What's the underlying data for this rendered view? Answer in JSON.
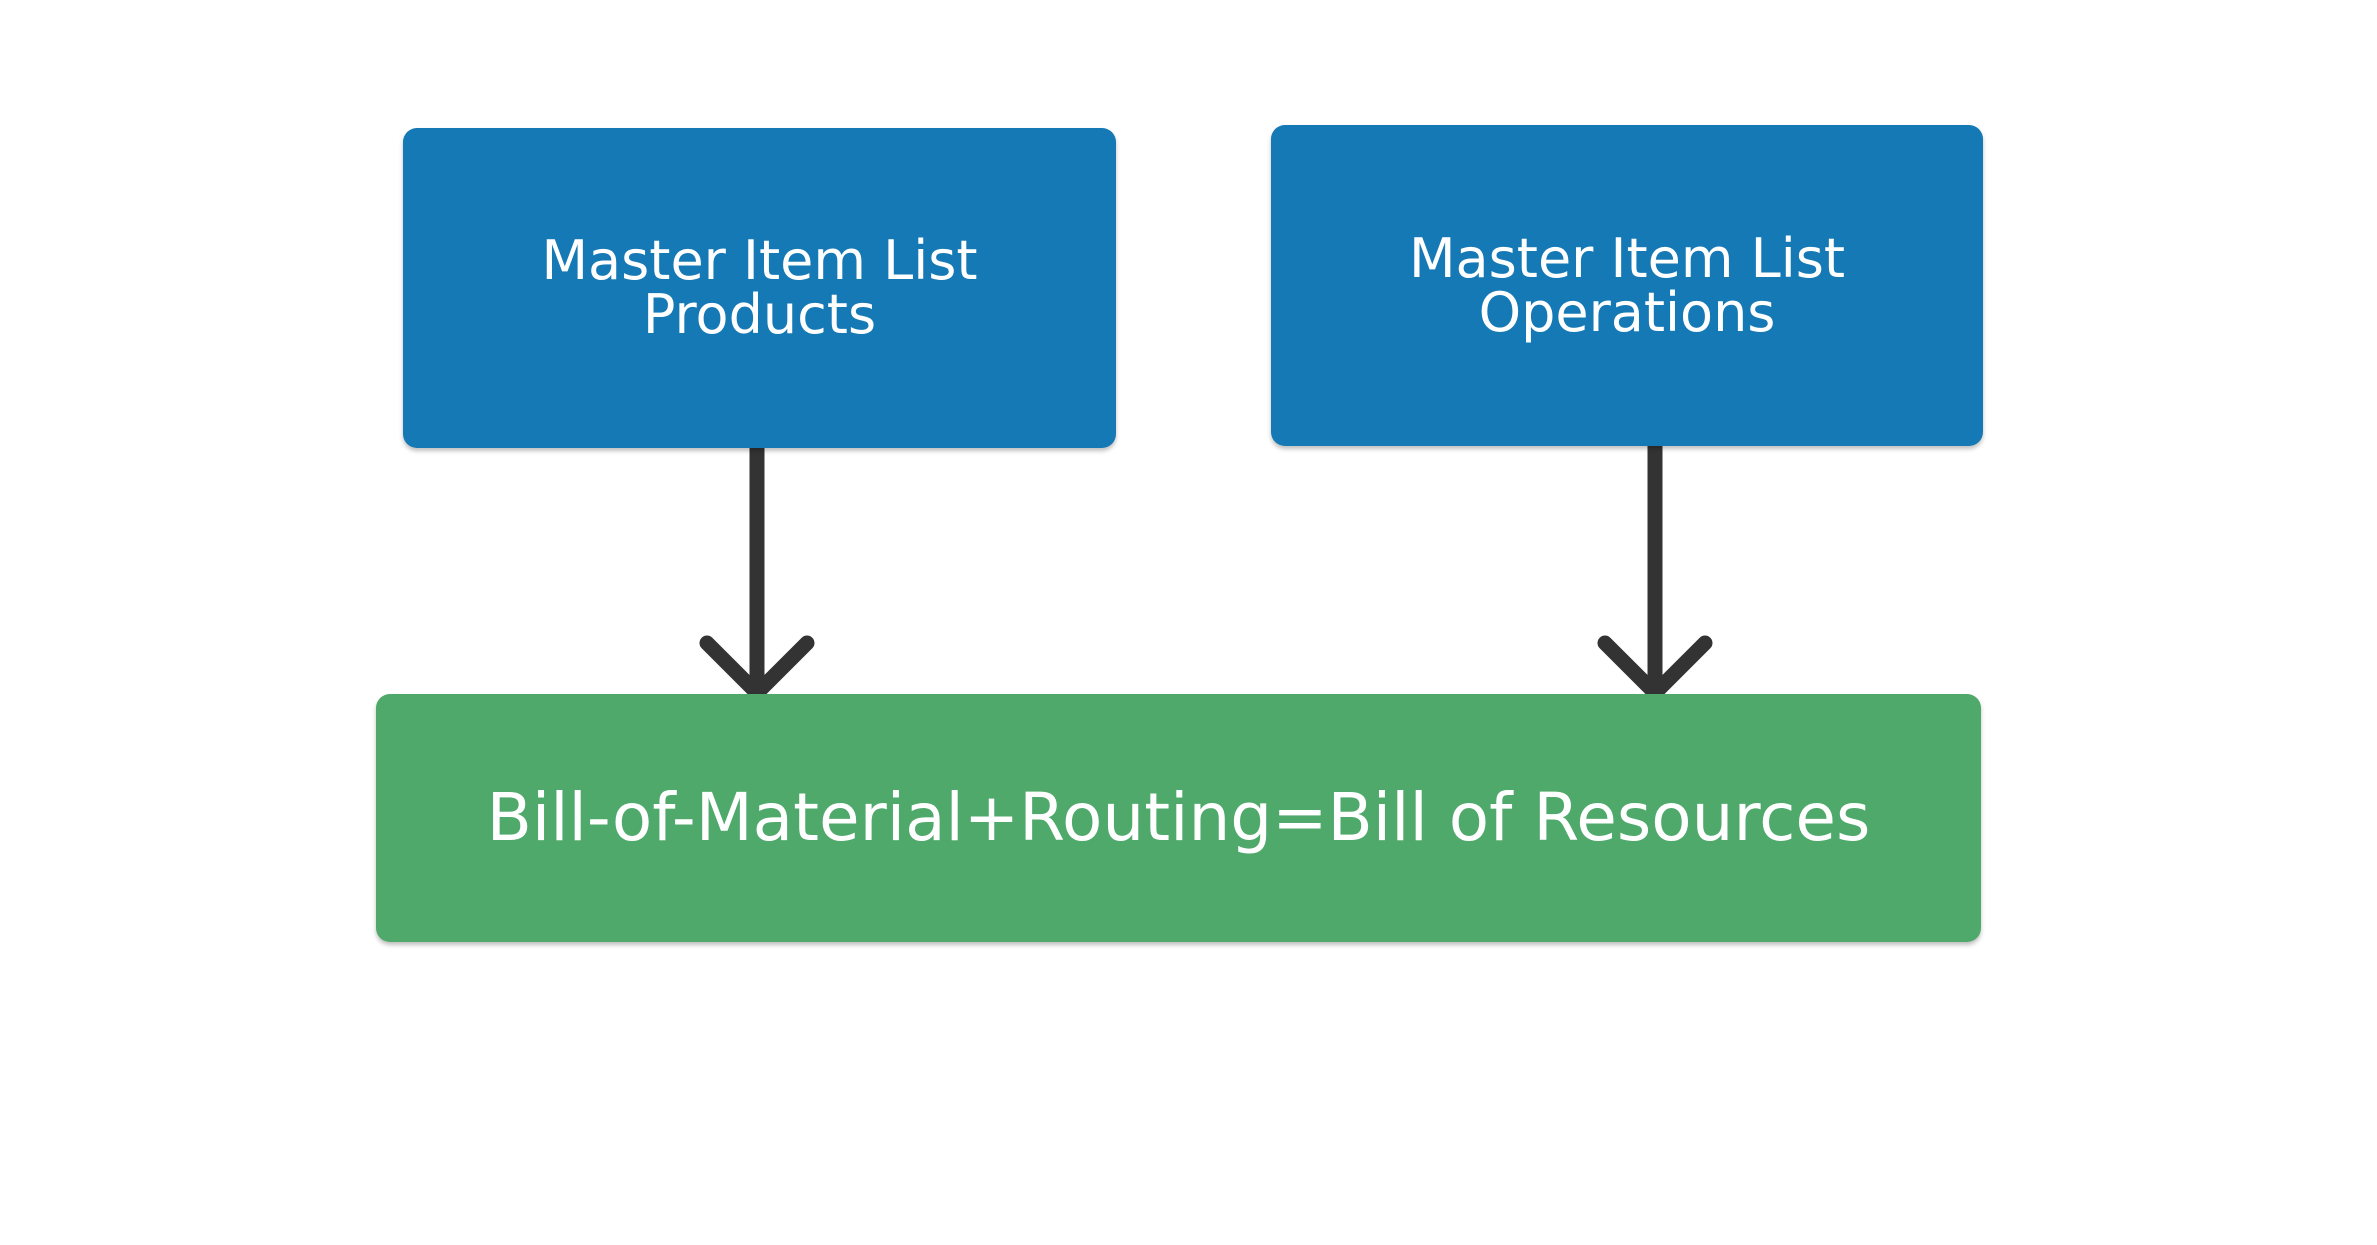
{
  "nodes": {
    "products": {
      "line1": "Master Item List",
      "line2": "Products"
    },
    "operations": {
      "line1": "Master Item List",
      "line2": "Operations"
    },
    "result": {
      "label": "Bill-of-Material+Routing=Bill of Resources"
    }
  },
  "colors": {
    "node_blue": "#1479b5",
    "node_green": "#4ea96b",
    "arrow": "#333333"
  }
}
